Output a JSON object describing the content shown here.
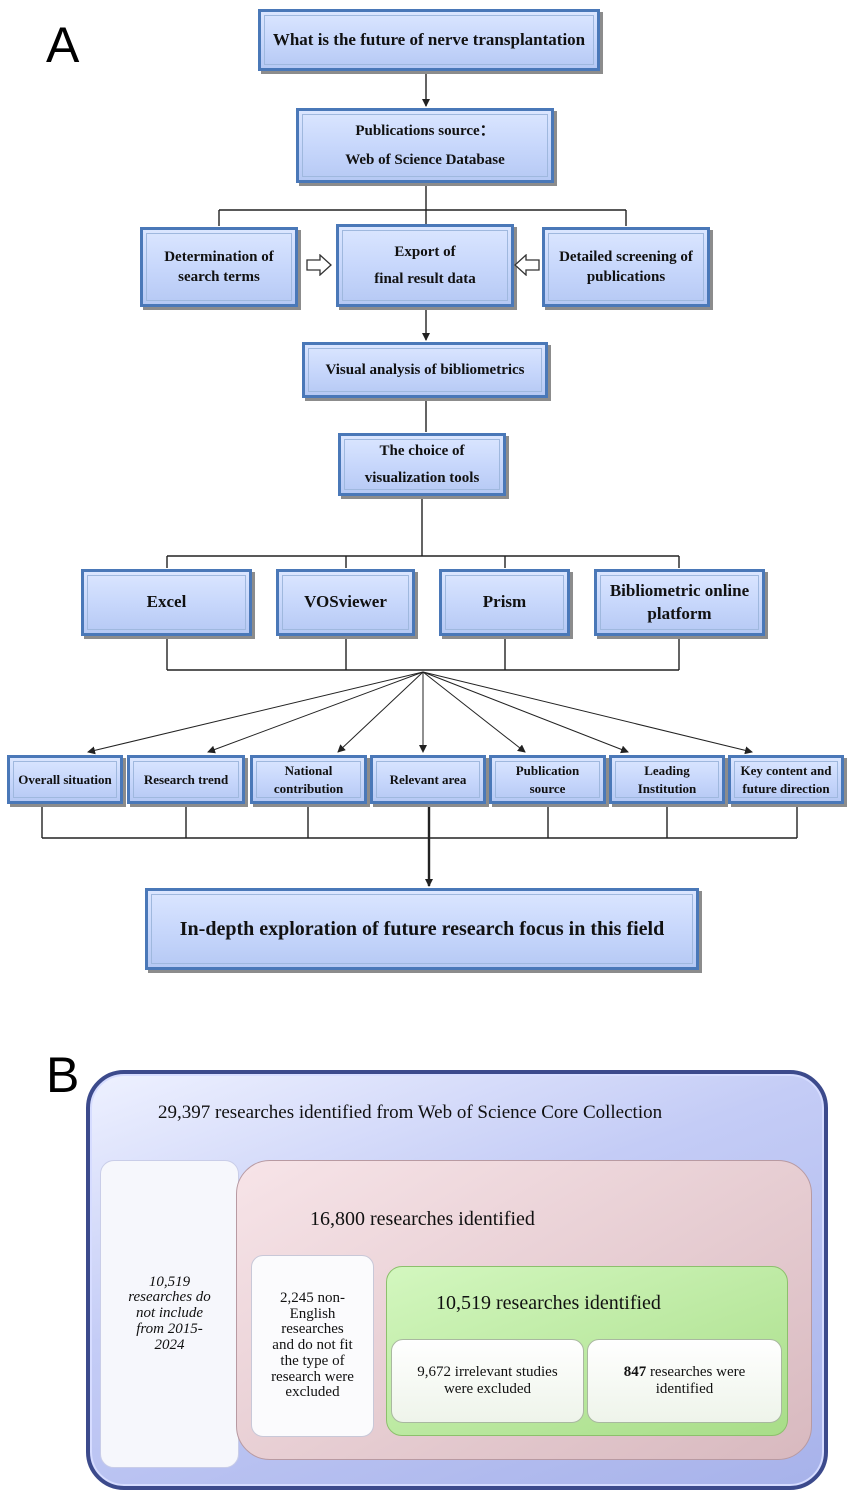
{
  "panel_a": {
    "label": "A",
    "title_box": "What is the future of nerve transplantation",
    "source_box": [
      "Publications source：",
      "Web of Science Database"
    ],
    "search_terms_box": [
      "Determination of",
      "search terms"
    ],
    "export_box": [
      "Export of",
      "final result data"
    ],
    "screening_box": [
      "Detailed screening of",
      "publications"
    ],
    "visual_box": "Visual analysis of bibliometrics",
    "choice_box": [
      "The choice of",
      "visualization tools"
    ],
    "tools": [
      [
        "Excel"
      ],
      [
        "VOSviewer"
      ],
      [
        "Prism"
      ],
      [
        "Bibliometric online",
        "platform"
      ]
    ],
    "analyses": [
      [
        "Overall situation"
      ],
      [
        "Research trend"
      ],
      [
        "National",
        "contribution"
      ],
      [
        "Relevant area"
      ],
      [
        "Publication",
        "source"
      ],
      [
        "Leading",
        "Institution"
      ],
      [
        "Key content and",
        "future direction"
      ]
    ],
    "final_box": "In-depth exploration of future research focus in this field"
  },
  "panel_b": {
    "label": "B",
    "outer_text": "29,397 researches identified from Web of Science Core Collection",
    "left_exclusion": [
      "10,519",
      "researches do",
      "not include",
      "from 2015-",
      "2024"
    ],
    "middle_text": "16,800  researches identified",
    "non_english_exclusion": [
      "2,245 non-",
      "English",
      "researches",
      "and do not fit",
      "the type of",
      "research were",
      "excluded"
    ],
    "green_text": "10,519 researches identified",
    "irrelevant_text": [
      "9,672 irrelevant studies",
      "were excluded"
    ],
    "final_count": "847",
    "final_text_rest": " researches were",
    "final_text_line2": "identified"
  },
  "colors": {
    "box_fill": "#c6d6fb",
    "box_border": "#4a78b8",
    "outer_panel": "#a7b2ea",
    "middle_panel": "#d8b9bf",
    "green_panel": "#a8dd88"
  }
}
